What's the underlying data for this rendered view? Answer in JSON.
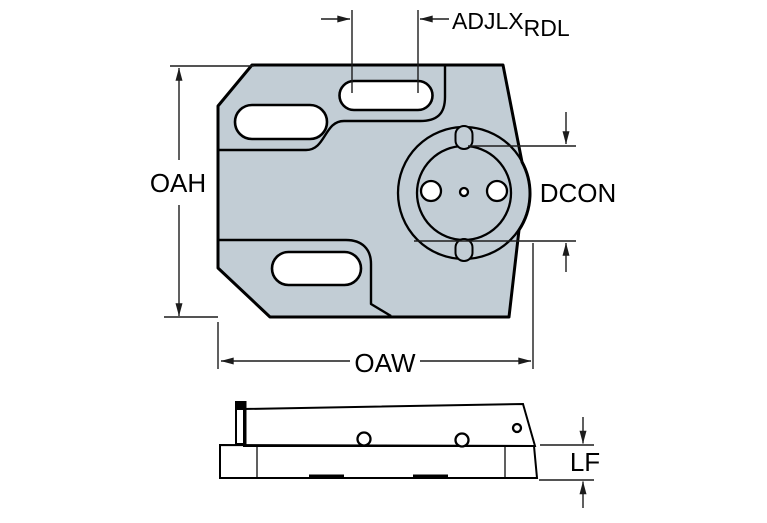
{
  "drawing": {
    "title": "tool-block-dimension-drawing",
    "labels": {
      "oah": "OAH",
      "oaw": "OAW",
      "adjlx": "ADJLX",
      "adjlx_sub": "RDL",
      "dcon": "DCON",
      "lf": "LF"
    }
  },
  "colors": {
    "part_fill": "#c2cdd5",
    "outline": "#000000",
    "dim_line": "#1c1c1c",
    "background": "#ffffff"
  }
}
